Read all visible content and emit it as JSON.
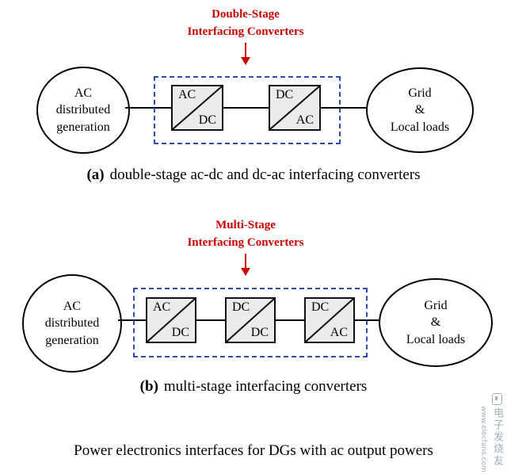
{
  "panel_a": {
    "annotation_line1": "Double-Stage",
    "annotation_line2": "Interfacing Converters",
    "source_line1": "AC",
    "source_line2": "distributed",
    "source_line3": "generation",
    "converters": [
      {
        "top": "AC",
        "bottom": "DC"
      },
      {
        "top": "DC",
        "bottom": "AC"
      }
    ],
    "sink_line1": "Grid",
    "sink_line2": "&",
    "sink_line3": "Local loads",
    "caption_label": "(a)",
    "caption_text": "double-stage ac-dc and dc-ac interfacing converters"
  },
  "panel_b": {
    "annotation_line1": "Multi-Stage",
    "annotation_line2": "Interfacing Converters",
    "source_line1": "AC",
    "source_line2": "distributed",
    "source_line3": "generation",
    "converters": [
      {
        "top": "AC",
        "bottom": "DC"
      },
      {
        "top": "DC",
        "bottom": "DC"
      },
      {
        "top": "DC",
        "bottom": "AC"
      }
    ],
    "sink_line1": "Grid",
    "sink_line2": "&",
    "sink_line3": "Local loads",
    "caption_label": "(b)",
    "caption_text": "multi-stage interfacing converters"
  },
  "footer": "Power electronics interfaces for DGs with ac output powers",
  "watermark": {
    "text_cn": "电子发烧友",
    "text_en": "www.elecfans.com"
  },
  "colors": {
    "annotation_red": "#cc0000",
    "dashed_blue": "#2f4db0"
  }
}
